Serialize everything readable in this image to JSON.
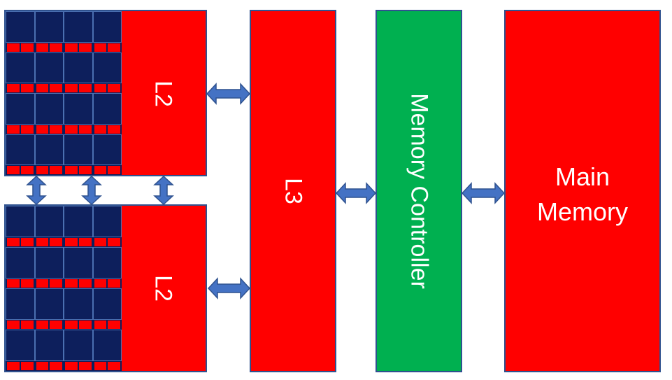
{
  "colors": {
    "cache_red": "#ff0000",
    "controller_green": "#00b050",
    "core_navy": "#0d1f5c",
    "arrow_blue": "#4472c4",
    "border_blue": "#2f528f"
  },
  "blocks": {
    "l2_top": "L2",
    "l2_bottom": "L2",
    "l3": "L3",
    "memory_controller": "Memory Controller",
    "main_memory_line1": "Main",
    "main_memory_line2": "Memory"
  },
  "core_grid": {
    "columns": 4,
    "rows": 4
  }
}
